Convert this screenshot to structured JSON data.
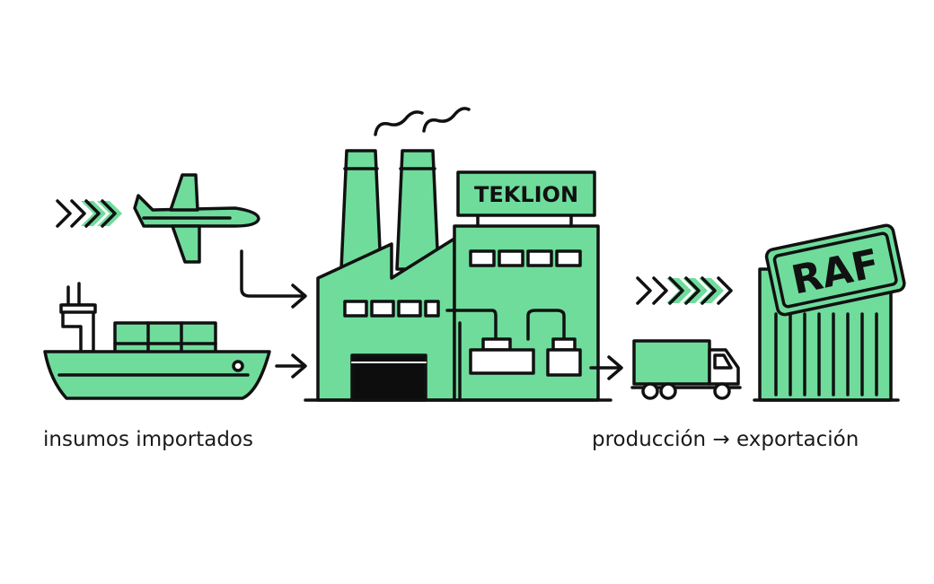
{
  "colors": {
    "accent": "#6fdc9c",
    "ink": "#111111",
    "door": "#0d0d0d",
    "background": "#ffffff"
  },
  "factory": {
    "sign": "TEKLION"
  },
  "container": {
    "stamp": "RAF"
  },
  "captions": {
    "left": "insumos importados",
    "right": "producción → exportación"
  },
  "icons": [
    "chevron-arrows-icon",
    "airplane-icon",
    "cargo-ship-icon",
    "factory-icon",
    "delivery-truck-icon",
    "shipping-container-icon",
    "arrow-right-icon"
  ]
}
